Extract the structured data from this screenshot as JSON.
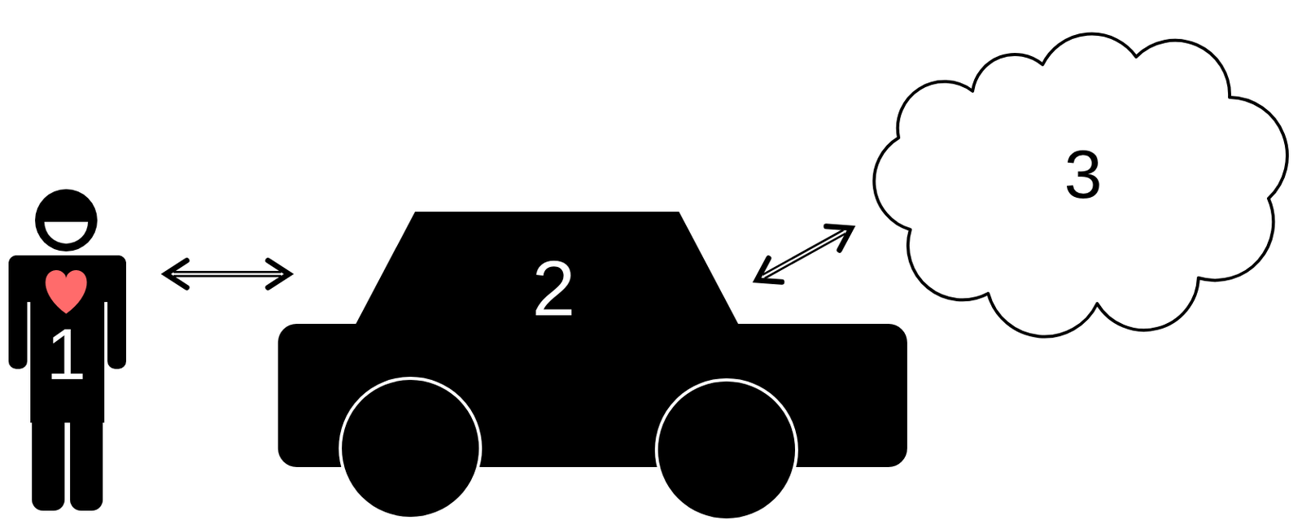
{
  "diagram": {
    "nodes": [
      {
        "text": [
          "1"
        ]
      },
      {
        "text": [
          "2"
        ]
      },
      {
        "text": [
          "3"
        ]
      }
    ],
    "edges": [
      {
        "from": 0,
        "to": 1,
        "arrow": "both"
      },
      {
        "from": 1,
        "to": 2,
        "arrow": "both"
      }
    ]
  }
}
